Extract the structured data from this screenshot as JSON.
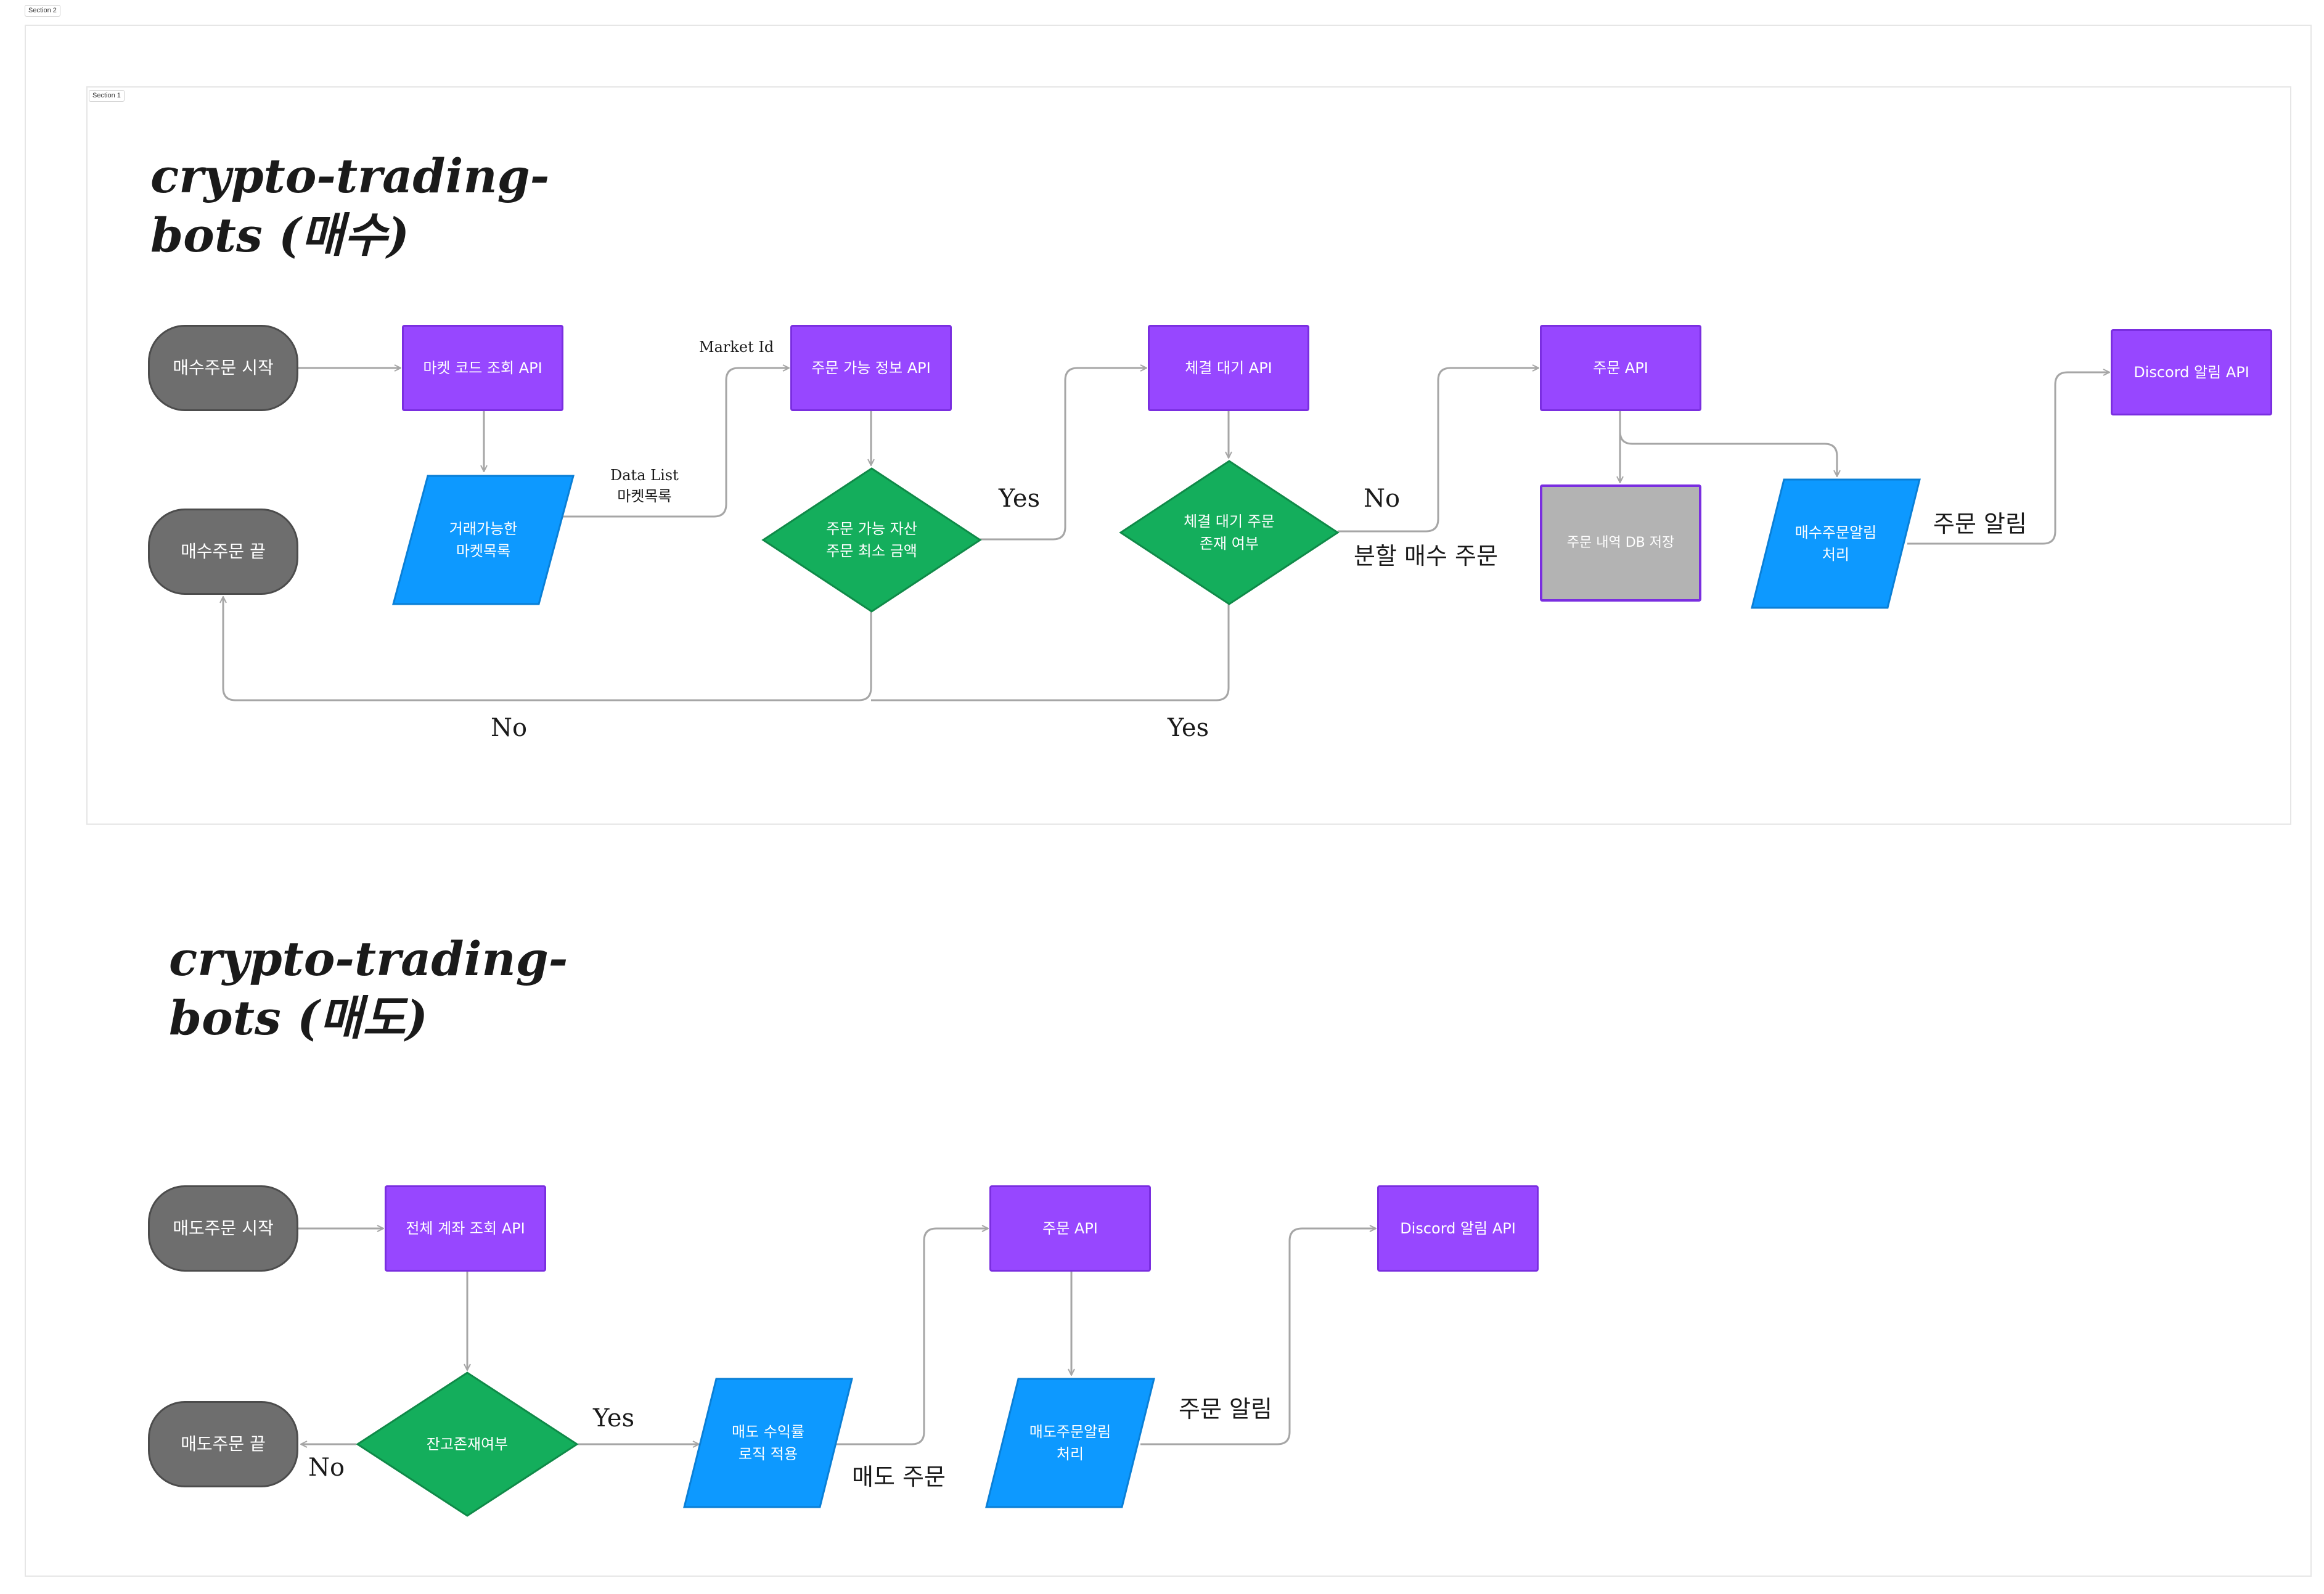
{
  "sections": {
    "outer": "Section 2",
    "inner": "Section 1"
  },
  "colors": {
    "process": "#9747ff",
    "terminal": "#6e6e6e",
    "data": "#0d99ff",
    "decision": "#14ae5c",
    "db": "#b3b3b3",
    "edge": "#a6a6a6"
  },
  "buy": {
    "title_line1": "crypto-trading-",
    "title_line2": "bots (매수)",
    "start": "매수주문 시작",
    "end": "매수주문 끝",
    "market_code_api": "마켓 코드 조회 API",
    "tradable_markets": "거래가능한\n마켓목록",
    "order_info_api": "주문 가능 정보 API",
    "asset_check": "주문 가능 자산\n주문 최소 금액",
    "pending_api": "체결 대기 API",
    "pending_check": "체결 대기 주문\n존재 여부",
    "order_api": "주문 API",
    "db_save": "주문 내역 DB 저장",
    "notify_process": "매수주문알림\n처리",
    "discord_api": "Discord 알림 API",
    "labels": {
      "market_id": "Market Id",
      "data_list": "Data List\n마켓목록",
      "yes1": "Yes",
      "no1": "No",
      "split_buy": "분할 매수 주문",
      "order_notify": "주문 알림",
      "no_bottom": "No",
      "yes_bottom": "Yes"
    }
  },
  "sell": {
    "title_line1": "crypto-trading-",
    "title_line2": "bots (매도)",
    "start": "매도주문 시작",
    "end": "매도주문 끝",
    "account_api": "전체 계좌 조회 API",
    "balance_check": "잔고존재여부",
    "profit_logic": "매도 수익률\n로직 적용",
    "order_api": "주문 API",
    "notify_process": "매도주문알림\n처리",
    "discord_api": "Discord 알림 API",
    "labels": {
      "yes": "Yes",
      "no": "No",
      "sell_order": "매도 주문",
      "order_notify": "주문 알림"
    }
  }
}
